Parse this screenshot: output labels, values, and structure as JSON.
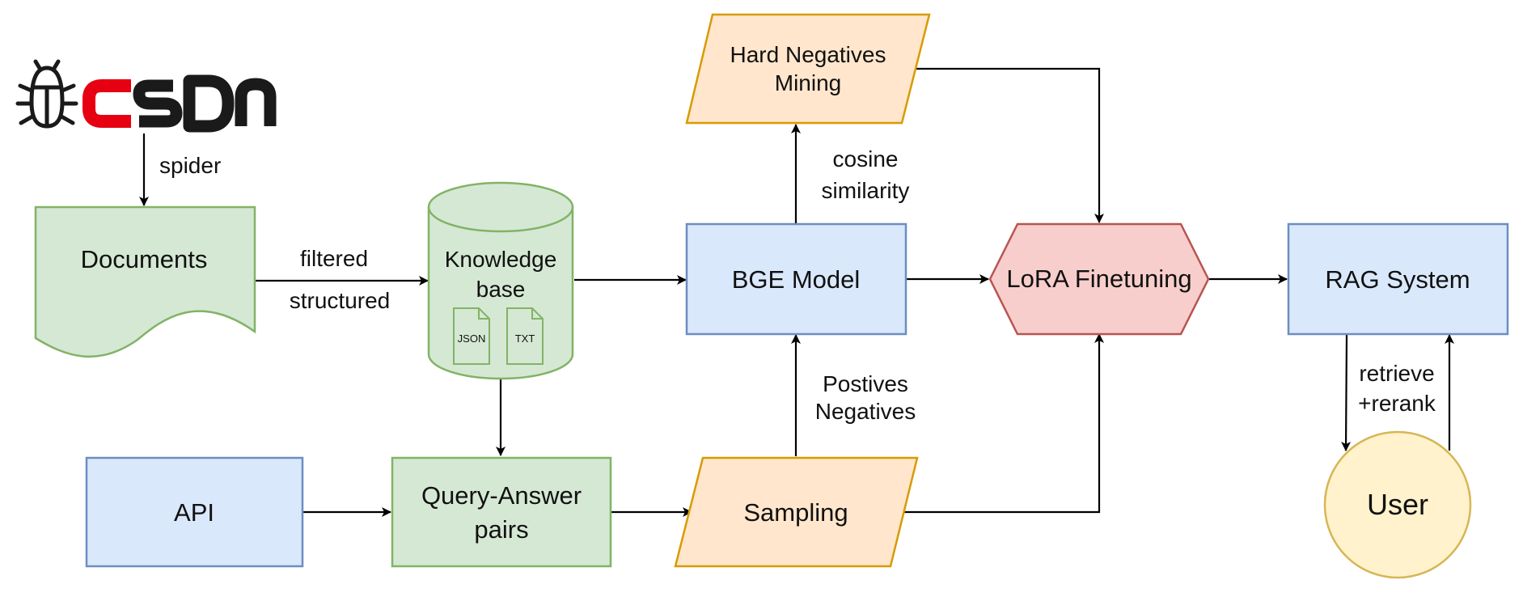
{
  "colors": {
    "blue_fill": "#dae8fc",
    "blue_stroke": "#6c8ebf",
    "green_fill": "#d5e8d4",
    "green_stroke": "#82b366",
    "orange_fill": "#ffe6cc",
    "orange_stroke": "#d79b00",
    "red_fill": "#f8cecc",
    "red_stroke": "#b85450",
    "yellow_fill": "#fff2cc",
    "yellow_stroke": "#d6b656",
    "csdn_red": "#e60012",
    "csdn_black": "#1a1a1a"
  },
  "logo": {
    "text": "CSDN",
    "icon": "bug-icon"
  },
  "nodes": {
    "documents": "Documents",
    "knowledge_base": [
      "Knowledge",
      "base"
    ],
    "json_file": "JSON",
    "txt_file": "TXT",
    "bge_model": "BGE Model",
    "hard_negatives": [
      "Hard Negatives",
      "Mining"
    ],
    "lora": "LoRA Finetuning",
    "rag": "RAG System",
    "api": "API",
    "qa_pairs": [
      "Query-Answer",
      "pairs"
    ],
    "sampling": "Sampling",
    "user": "User"
  },
  "edge_labels": {
    "spider": "spider",
    "filtered": "filtered",
    "structured": "structured",
    "cosine": [
      "cosine",
      "similarity"
    ],
    "pos_neg": [
      "Postives",
      "Negatives"
    ],
    "retrieve": [
      "retrieve",
      "+rerank"
    ]
  }
}
